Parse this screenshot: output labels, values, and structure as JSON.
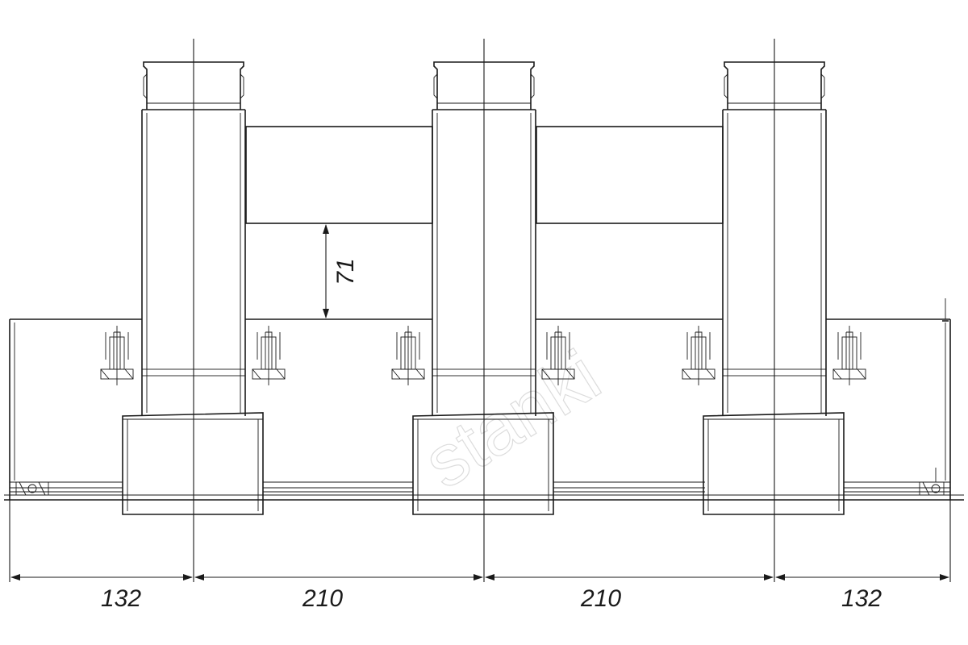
{
  "drawing": {
    "dimensions": {
      "outer_left": "132",
      "pitch_left": "210",
      "pitch_right": "210",
      "outer_right": "132",
      "gap_height": "71"
    },
    "colors": {
      "line": "#1a1a1a",
      "background": "#ffffff"
    }
  }
}
